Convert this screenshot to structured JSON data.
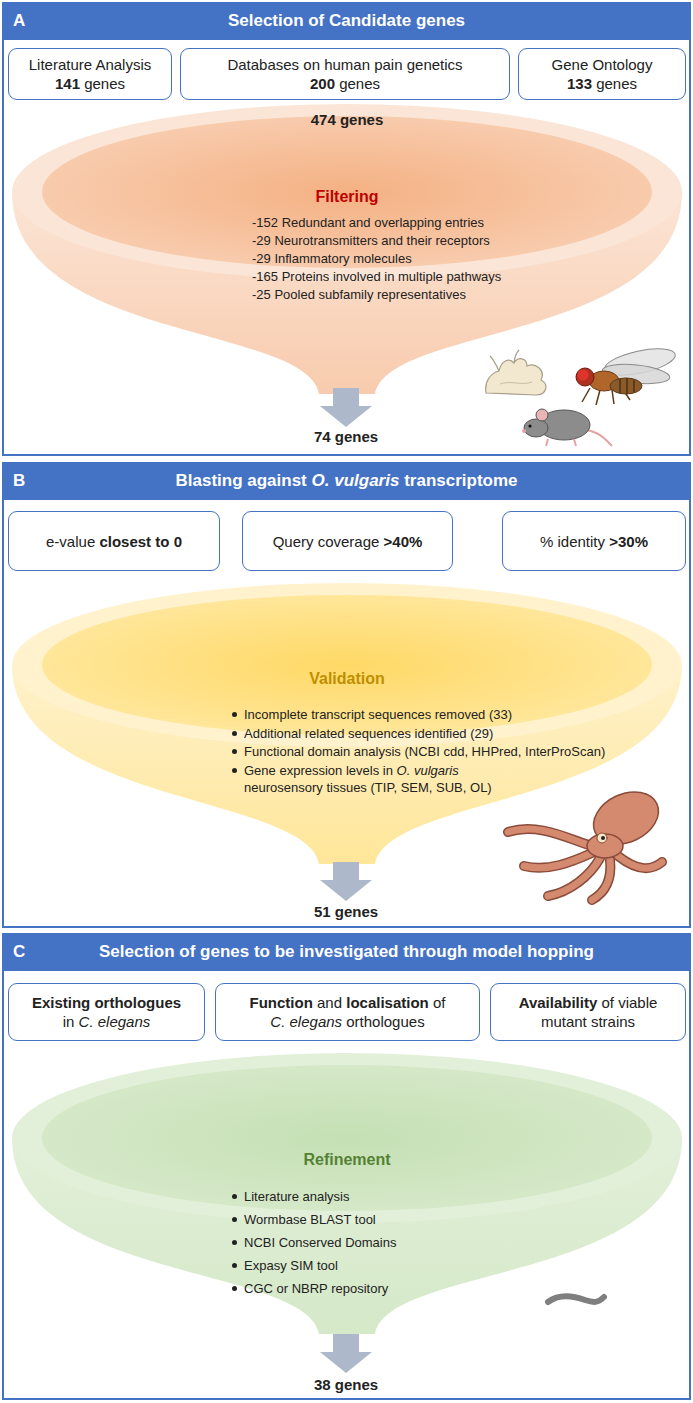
{
  "diagram": {
    "nodes": [
      {
        "text": [
          "A",
          "Selection of Candidate genes"
        ]
      },
      {
        "text": [
          "Literature Analysis",
          "141 genes"
        ],
        "in": 0
      },
      {
        "text": [
          "Databases on human pain genetics",
          "200 genes"
        ],
        "in": 0
      },
      {
        "text": [
          "Gene Ontology",
          "133 genes"
        ],
        "in": 0
      },
      {
        "text": [
          "474 genes",
          "Filtering",
          "-152 Redundant and overlapping entries",
          "-29 Neurotransmitters and their receptors",
          "-29 Inflammatory molecules",
          "-165 Proteins involved in multiple pathways",
          "-25 Pooled subfamily representatives"
        ],
        "in": 0
      },
      {
        "text": [
          "B",
          "Blasting against O. vulgaris transcriptome"
        ]
      },
      {
        "text": [
          "e-value closest to 0"
        ],
        "in": 5
      },
      {
        "text": [
          "Query coverage >40%"
        ],
        "in": 5
      },
      {
        "text": [
          "% identity >30%"
        ],
        "in": 5
      },
      {
        "text": [
          "Validation",
          "Incomplete transcript sequences removed (33)",
          "Additional related sequences identified (29)",
          "Functional domain analysis (NCBI cdd, HHPred, InterProScan)",
          "Gene expression levels in O. vulgaris neurosensory tissues (TIP, SEM, SUB, OL)"
        ],
        "in": 5
      },
      {
        "text": [
          "C",
          "Selection of genes to be investigated through model hopping"
        ]
      },
      {
        "text": [
          "Existing orthologues in C. elegans"
        ],
        "in": 10
      },
      {
        "text": [
          "Function and localisation of C. elegans orthologues"
        ],
        "in": 10
      },
      {
        "text": [
          "Availability of viable mutant strains"
        ],
        "in": 10
      },
      {
        "text": [
          "Refinement",
          "Literature analysis",
          "Wormbase BLAST tool",
          "NCBI Conserved Domains",
          "Expasy SIM tool",
          "CGC or NBRP repository"
        ],
        "in": 10
      }
    ],
    "labels": [
      "74 genes",
      "51 genes",
      "38 genes"
    ]
  }
}
